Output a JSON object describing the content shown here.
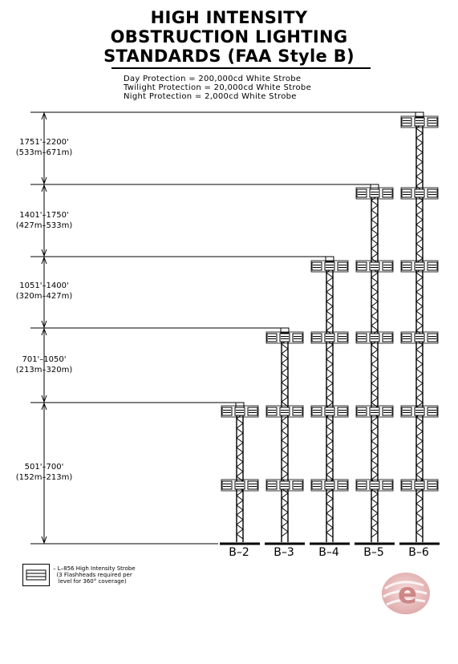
{
  "title": {
    "line1": "HIGH INTENSITY",
    "line2": "OBSTRUCTION LIGHTING",
    "line3": "STANDARDS (FAA Style B)"
  },
  "protection": [
    "Day Protection = 200,000cd White Strobe",
    "Twilight Protection = 20,000cd White Strobe",
    "Night Protection = 2,000cd White Strobe"
  ],
  "ranges": [
    {
      "ft": "1751'–2200'",
      "m": "(533m–671m)"
    },
    {
      "ft": "1401'–1750'",
      "m": "(427m–533m)"
    },
    {
      "ft": "1051'–1400'",
      "m": "(320m–427m)"
    },
    {
      "ft": "701'–1050'",
      "m": "(213m–320m)"
    },
    {
      "ft": "501'–700'",
      "m": "(152m–213m)"
    }
  ],
  "towers": [
    {
      "label": "B–2",
      "levels": 2
    },
    {
      "label": "B–3",
      "levels": 3
    },
    {
      "label": "B–4",
      "levels": 4
    },
    {
      "label": "B–5",
      "levels": 5
    },
    {
      "label": "B–6",
      "levels": 6
    }
  ],
  "legend": {
    "text": "– L–856 High Intensity Strobe\n  (3 Flashheads required per\n   level for 360° coverage)"
  },
  "colors": {
    "line": "#000000",
    "logo": "#e8b4b4"
  }
}
